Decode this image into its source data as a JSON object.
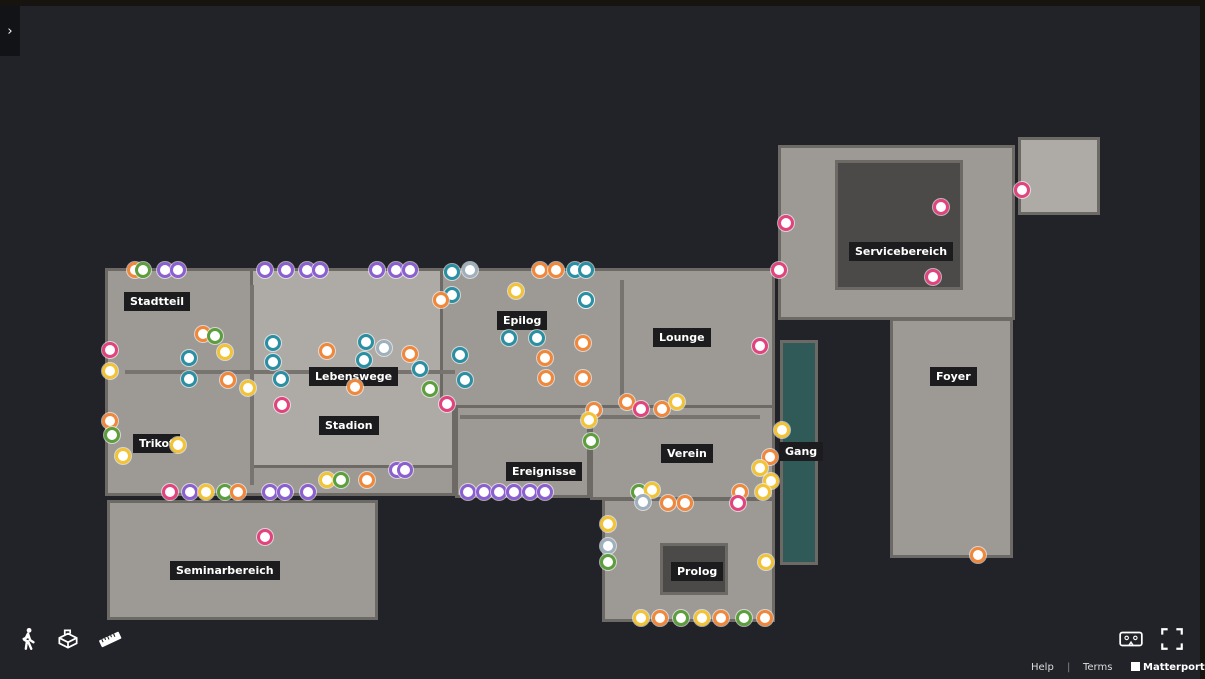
{
  "sidebar_toggle": {
    "icon": "chevron-right-icon",
    "glyph": "›"
  },
  "rooms": {
    "stadtteil": "Stadtteil",
    "lebenswege": "Lebenswege",
    "stadion": "Stadion",
    "trikot": "Trikot",
    "epilog": "Epilog",
    "lounge": "Lounge",
    "verein": "Verein",
    "ereignisse": "Ereignisse",
    "gang": "Gang",
    "seminarbereich": "Seminarbereich",
    "prolog": "Prolog",
    "servicebereich": "Servicebereich",
    "foyer": "Foyer"
  },
  "tag_colors": {
    "orange": "#f0873a",
    "purple": "#8b5fcf",
    "teal": "#2a8fa3",
    "green": "#5c9e3c",
    "pink": "#e2427d",
    "yellow": "#f2c335",
    "grey": "#9fb0bd"
  },
  "toolbar": {
    "walk": "walk-icon",
    "dollhouse": "dollhouse-icon",
    "measure": "measure-icon",
    "vr": "vr-headset-icon",
    "fullscreen": "fullscreen-icon"
  },
  "footer": {
    "help": "Help",
    "separator": "|",
    "terms": "Terms",
    "brand": "Matterport"
  }
}
